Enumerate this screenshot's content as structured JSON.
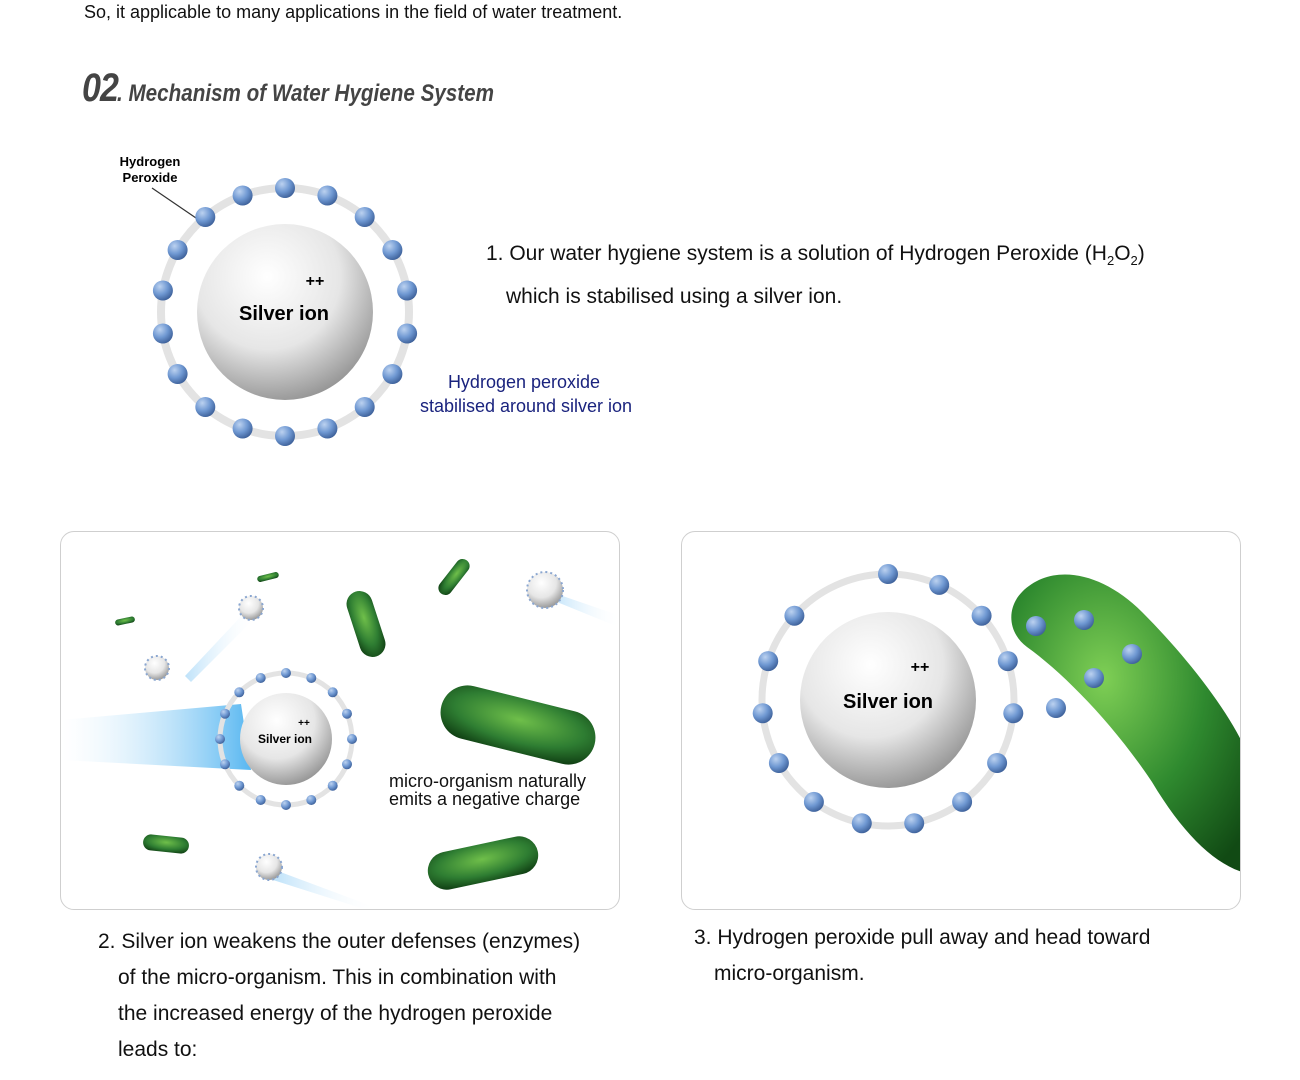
{
  "intro_text": "So, it applicable to many applications in the field of water treatment.",
  "section": {
    "number": "02",
    "title": ". Mechanism of Water Hygiene System"
  },
  "diagram1": {
    "label_top_line1": "Hydrogen",
    "label_top_line2": "Peroxide",
    "core_label": "Silver ion",
    "charge": "++",
    "caption_line1": "Hydrogen peroxide",
    "caption_line2": "stabilised around silver ion"
  },
  "step1": {
    "line1_pre": "1. Our water hygiene system is a solution of Hydrogen Peroxide (H",
    "sub1": "2",
    "mid": "O",
    "sub2": "2",
    "close": ")",
    "line2": "which is stabilised using a silver ion."
  },
  "panel2": {
    "core_label": "Silver ion",
    "charge": "++",
    "annotation_line1": "micro-organism naturally",
    "annotation_line2": "emits a negative charge"
  },
  "panel3": {
    "core_label": "Silver ion",
    "charge": "++"
  },
  "step2": {
    "line1": "2. Silver ion weakens the outer defenses (enzymes)",
    "line2": "of the micro-organism. This in combination with",
    "line3": "the increased energy of the hydrogen peroxide",
    "line4": "leads to:"
  },
  "step3": {
    "line1": "3. Hydrogen peroxide pull away and head toward",
    "line2": "micro-organism."
  },
  "colors": {
    "molecule_blue": "#5b86c7",
    "caption_navy": "#1a237e",
    "bacteria_green": "#2e7d32"
  }
}
